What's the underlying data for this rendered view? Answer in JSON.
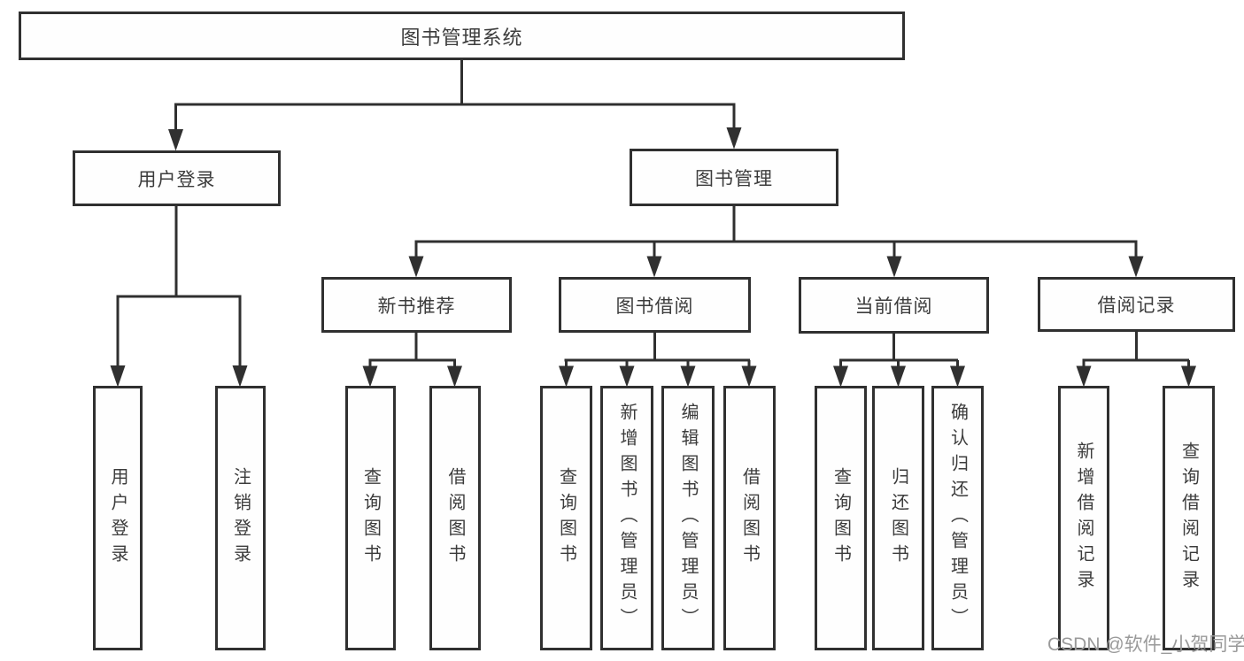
{
  "diagram": {
    "type": "hierarchy-tree",
    "root": {
      "label": "图书管理系统",
      "children": [
        {
          "label": "用户登录",
          "children": [
            {
              "label": "用户登录"
            },
            {
              "label": "注销登录"
            }
          ]
        },
        {
          "label": "图书管理",
          "children": [
            {
              "label": "新书推荐",
              "children": [
                {
                  "label": "查询图书"
                },
                {
                  "label": "借阅图书"
                }
              ]
            },
            {
              "label": "图书借阅",
              "children": [
                {
                  "label": "查询图书"
                },
                {
                  "label": "新增图书（管理员）"
                },
                {
                  "label": "编辑图书（管理员）"
                },
                {
                  "label": "借阅图书"
                }
              ]
            },
            {
              "label": "当前借阅",
              "children": [
                {
                  "label": "查询图书"
                },
                {
                  "label": "归还图书"
                },
                {
                  "label": "确认归还（管理员）"
                }
              ]
            },
            {
              "label": "借阅记录",
              "children": [
                {
                  "label": "新增借阅记录"
                },
                {
                  "label": "查询借阅记录"
                }
              ]
            }
          ]
        }
      ]
    }
  },
  "watermark": {
    "text": "CSDN @软件_小贺同学"
  },
  "colors": {
    "line": "#303030",
    "box_border": "#303030",
    "text": "#3c3c3c",
    "background": "#ffffff",
    "watermark": "#9a9a9a"
  }
}
